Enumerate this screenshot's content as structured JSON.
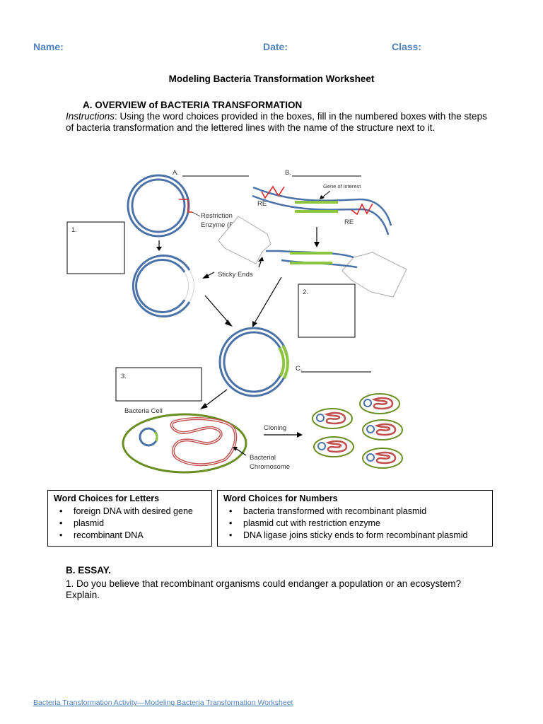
{
  "header": {
    "name_label": "Name:",
    "date_label": "Date:",
    "class_label": "Class:"
  },
  "title": "Modeling Bacteria Transformation Worksheet",
  "section_a": {
    "heading": "A.  OVERVIEW of BACTERIA TRANSFORMATION",
    "instructions_label": "Instructions",
    "instructions_text": ": Using the word choices provided in the boxes, fill in the numbered boxes with the steps of bacteria transformation and the lettered lines with the name of the structure next to it."
  },
  "diagram": {
    "label_a": "A.",
    "label_b": "B.",
    "label_c": "C.",
    "box_1": "1.",
    "box_2": "2.",
    "box_3": "3.",
    "gene_of_interest": "Gene of interest",
    "re_left": "RE",
    "re_right": "RE",
    "restriction_enzyme_line1": "Restriction",
    "restriction_enzyme_line2": "Enzyme (RE)",
    "sticky_ends": "Sticky Ends",
    "bacteria_cell": "Bacteria Cell",
    "cloning": "Cloning",
    "bacterial_chromosome_line1": "Bacterial",
    "bacterial_chromosome_line2": "Chromosome"
  },
  "word_choices_letters": {
    "title": "Word Choices for Letters",
    "items": [
      "foreign DNA with desired gene",
      "plasmid",
      "recombinant DNA"
    ]
  },
  "word_choices_numbers": {
    "title": "Word Choices for Numbers",
    "items": [
      "bacteria transformed with recombinant plasmid",
      "plasmid cut with restriction enzyme",
      "DNA ligase joins sticky ends to form recombinant plasmid"
    ]
  },
  "bullet": "•",
  "section_b": {
    "heading": "B. ESSAY.",
    "question": "1. Do you believe that recombinant organisms could endanger a population or an ecosystem? Explain."
  },
  "footer": "Bacteria Transformation Activity—Modeling Bacteria Transformation Worksheet",
  "colors": {
    "header_blue": "#4f81bd",
    "dna_blue": "#4a72a8",
    "gene_green": "#8cc63f",
    "cut_red": "#e0262a",
    "cell_green": "#6b8e23",
    "chromosome_red": "#c0504d"
  }
}
